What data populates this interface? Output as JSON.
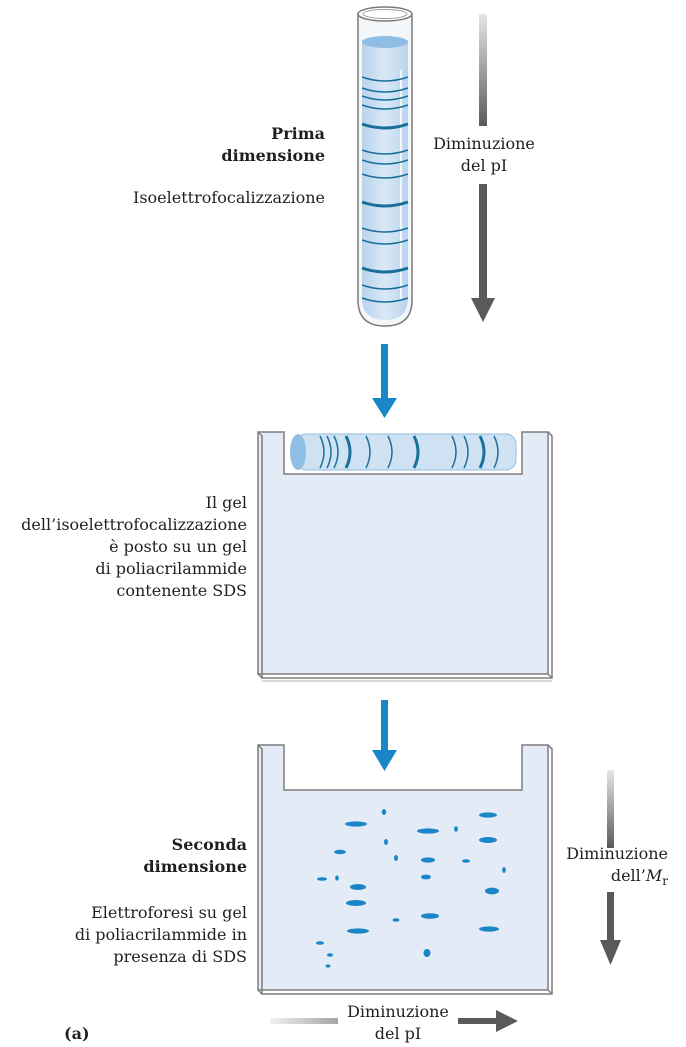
{
  "first_dimension": {
    "title_line1": "Prima",
    "title_line2": "dimensione",
    "method": "Isoelettrofocalizzazione",
    "axis_line1": "Diminuzione",
    "axis_line2": "del pI"
  },
  "transfer": {
    "line1": "Il gel",
    "line2": "dell’isoelettrofocalizzazione",
    "line3": "è posto su un gel",
    "line4": "di poliacrilammide",
    "line5": "contenente SDS"
  },
  "second_dimension": {
    "title_line1": "Seconda",
    "title_line2": "dimensione",
    "method_line1": "Elettroforesi su gel",
    "method_line2": "di poliacrilammide in",
    "method_line3": "presenza di SDS",
    "axis_line1": "Diminuzione",
    "axis_line2_prefix": "dell’",
    "axis_line2_symbol": "M",
    "axis_line2_sub": "r",
    "bottom_axis_line1": "Diminuzione",
    "bottom_axis_line2": "del pI"
  },
  "panel_label": "(a)",
  "colors": {
    "accent_blue": "#1a86c8",
    "band_blue": "#1a6e9a",
    "gel_fill": "#e3ebf6",
    "tube_fill": "#c8def0",
    "arrow_gray": "#5a5a5a"
  }
}
